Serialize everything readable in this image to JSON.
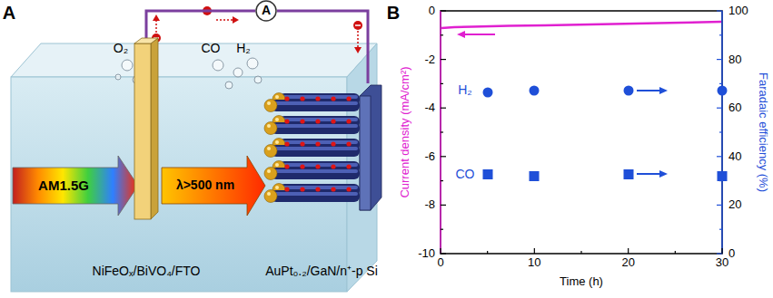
{
  "diagram": {
    "nodes": [
      {
        "text": [
          "A"
        ]
      },
      {
        "text": [
          "NiFeOₓ/BiVO₄/FTO"
        ]
      },
      {
        "text": [
          "AuPt₀.₂/GaN/n⁺-p Si"
        ]
      }
    ],
    "edges": [
      {
        "from": 1,
        "to": 0,
        "arrow": "none"
      },
      {
        "from": 0,
        "to": 2,
        "arrow": "none"
      }
    ],
    "labels": [
      "A",
      "O₂",
      "CO",
      "H₂",
      "AM1.5G",
      "λ>500 nm",
      "B",
      "0",
      "-2",
      "-4",
      "-6",
      "-8",
      "-10",
      "0",
      "10",
      "20",
      "30",
      "0",
      "20",
      "40",
      "60",
      "80",
      "100",
      "Current density (mA/cm²)",
      "Time (h)",
      "Faradaic efficiency (%)",
      "H₂",
      "CO"
    ]
  }
}
